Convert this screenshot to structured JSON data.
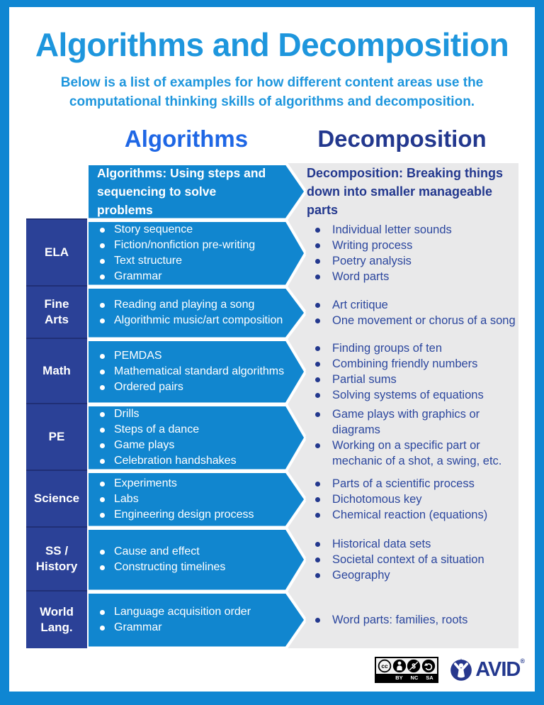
{
  "page_title": "Algorithms and Decomposition",
  "subtitle": "Below is a list of examples for how different content areas use the computational thinking skills of algorithms and decomposition.",
  "column_headings": {
    "algorithms": "Algorithms",
    "decomposition": "Decomposition"
  },
  "table": {
    "header": {
      "algorithms": "Algorithms: Using steps and sequencing to solve problems",
      "decomposition": "Decomposition: Breaking things down into smaller manageable parts"
    },
    "rows": [
      {
        "label": "ELA",
        "algorithms": [
          "Story sequence",
          "Fiction/nonfiction pre-writing",
          "Text structure",
          "Grammar"
        ],
        "decomposition": [
          "Individual letter sounds",
          "Writing process",
          "Poetry analysis",
          "Word parts"
        ]
      },
      {
        "label": "Fine Arts",
        "algorithms": [
          "Reading and playing a song",
          "Algorithmic music/art composition"
        ],
        "decomposition": [
          "Art critique",
          "One movement or chorus of a song"
        ]
      },
      {
        "label": "Math",
        "algorithms": [
          "PEMDAS",
          "Mathematical standard algorithms",
          "Ordered pairs"
        ],
        "decomposition": [
          "Finding groups of ten",
          "Combining friendly numbers",
          "Partial sums",
          "Solving systems of equations"
        ]
      },
      {
        "label": "PE",
        "algorithms": [
          "Drills",
          "Steps of a dance",
          "Game plays",
          "Celebration handshakes"
        ],
        "decomposition": [
          "Game plays with graphics or diagrams",
          "Working on a specific part or mechanic of a shot, a swing, etc."
        ]
      },
      {
        "label": "Science",
        "algorithms": [
          "Experiments",
          "Labs",
          "Engineering design process"
        ],
        "decomposition": [
          "Parts of a scientific process",
          "Dichotomous key",
          "Chemical reaction (equations)"
        ]
      },
      {
        "label": "SS / History",
        "algorithms": [
          "Cause and effect",
          "Constructing timelines"
        ],
        "decomposition": [
          "Historical data sets",
          "Societal context of a situation",
          "Geography"
        ]
      },
      {
        "label": "World Lang.",
        "algorithms": [
          "Language acquisition order",
          "Grammar"
        ],
        "decomposition": [
          "Word parts: families, roots"
        ]
      }
    ]
  },
  "footer": {
    "cc_badge": {
      "icon_names": [
        "cc-icon",
        "attribution-person-icon",
        "non-commercial-icon",
        "share-alike-icon"
      ],
      "labels": [
        "BY",
        "NC",
        "SA"
      ]
    },
    "avid": {
      "text": "AVID",
      "registered_mark": "®",
      "icon_name": "avid-person-icon"
    }
  },
  "colors": {
    "page_border": "#0f86d2",
    "title": "#1e96dd",
    "heading_algorithms": "#1f67e5",
    "heading_decomposition": "#23388e",
    "arrow_blue": "#1186cf",
    "label_navy": "#2b4197",
    "gray_panel": "#e9e9ea",
    "dec_text": "#2c479e"
  }
}
